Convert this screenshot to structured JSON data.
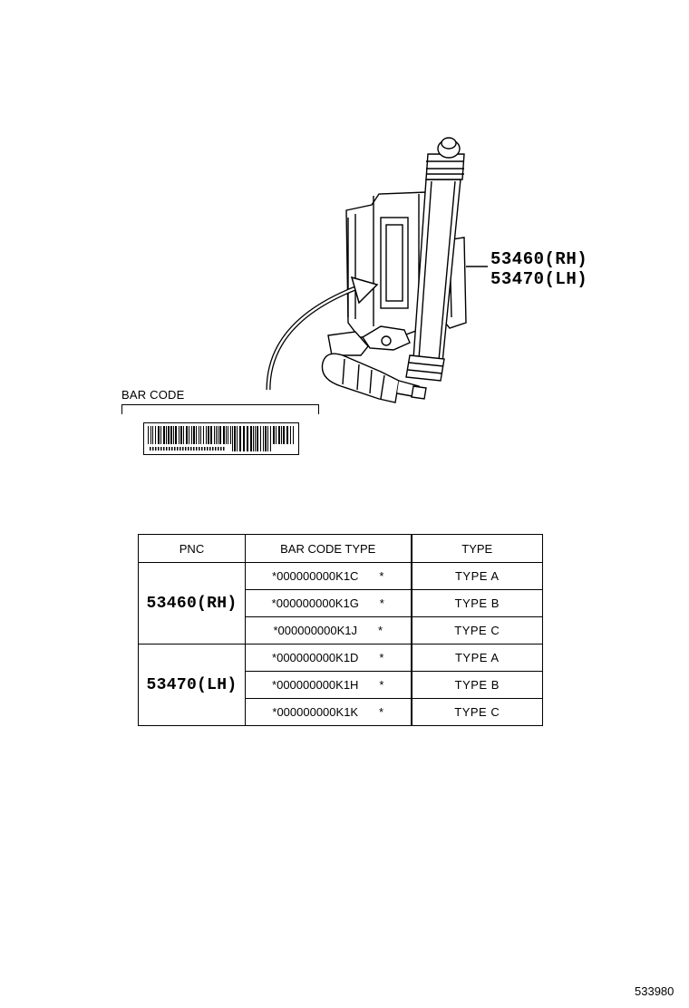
{
  "callouts": {
    "rh": "53460(RH)",
    "lh": "53470(LH)"
  },
  "barcode": {
    "title": "BAR CODE"
  },
  "table": {
    "headers": [
      "PNC",
      "BAR CODE TYPE",
      "TYPE"
    ],
    "groups": [
      {
        "pnc": "53460(RH)",
        "rows": [
          {
            "code": "*000000000K1C",
            "end": "*",
            "type": "TYPE  A"
          },
          {
            "code": "*000000000K1G",
            "end": "*",
            "type": "TYPE  B"
          },
          {
            "code": "*000000000K1J",
            "end": "*",
            "type": "TYPE  C"
          }
        ]
      },
      {
        "pnc": "53470(LH)",
        "rows": [
          {
            "code": "*000000000K1D",
            "end": "*",
            "type": "TYPE  A"
          },
          {
            "code": "*000000000K1H",
            "end": "*",
            "type": "TYPE  B"
          },
          {
            "code": "*000000000K1K",
            "end": "*",
            "type": "TYPE  C"
          }
        ]
      }
    ]
  },
  "doc_id": "533980"
}
